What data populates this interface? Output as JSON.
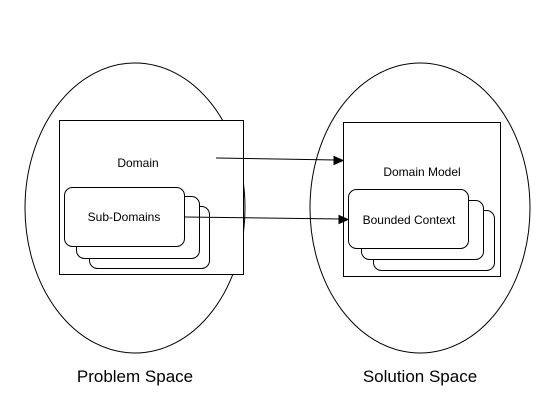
{
  "problem_space": {
    "label": "Problem Space",
    "domain_label": "Domain",
    "subdomains_label": "Sub-Domains"
  },
  "solution_space": {
    "label": "Solution Space",
    "model_label": "Domain Model",
    "context_label": "Bounded Context"
  }
}
